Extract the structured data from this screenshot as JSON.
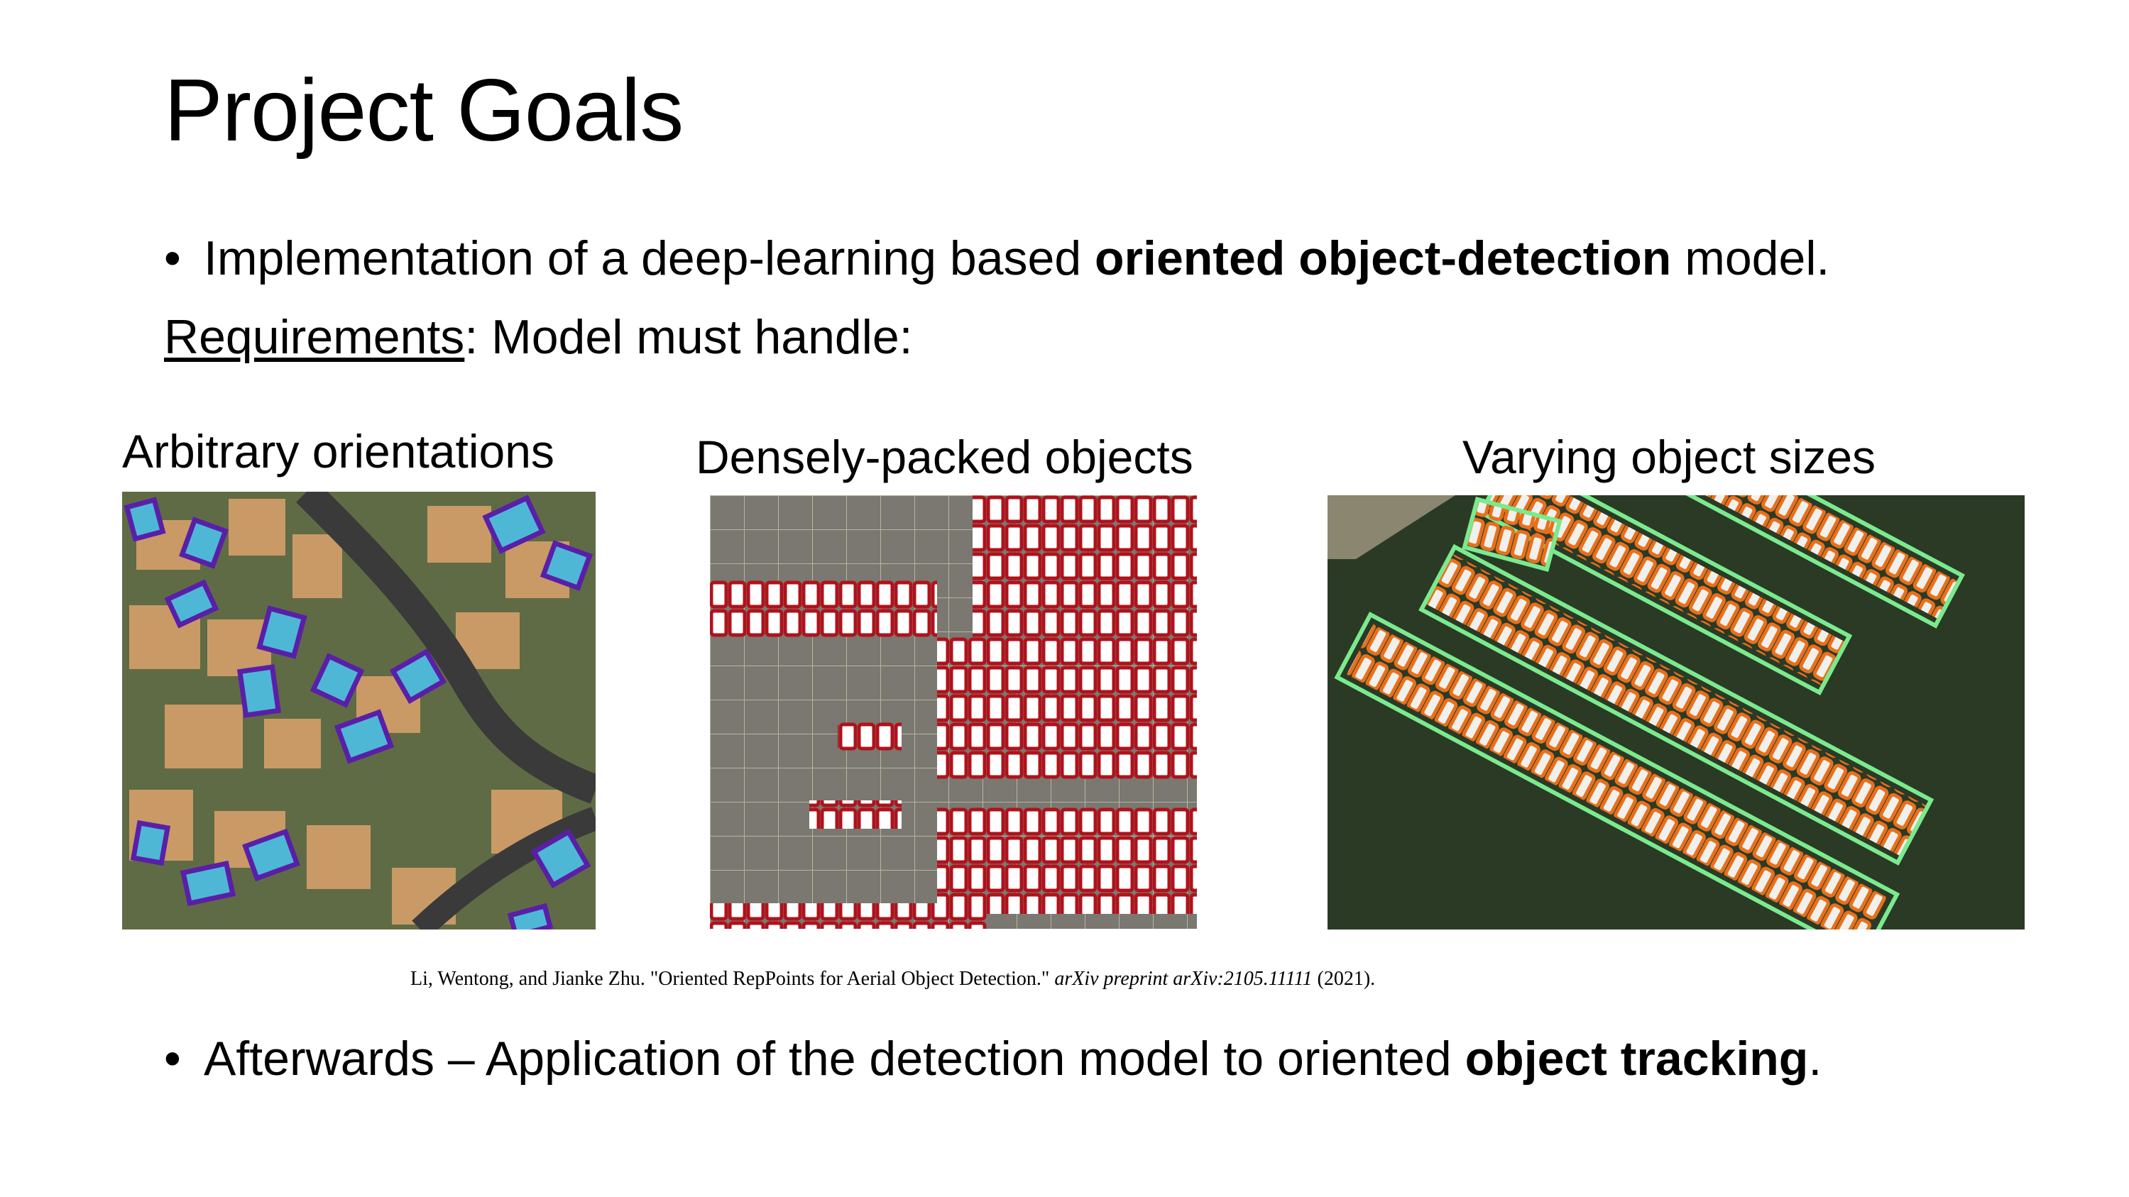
{
  "slide": {
    "title": "Project Goals",
    "bullet1": {
      "pre": "Implementation of a deep-learning based ",
      "bold": "oriented object-detection",
      "post": " model."
    },
    "requirements": {
      "label": "Requirements",
      "rest": ": Model must handle:"
    },
    "captions": [
      "Arbitrary orientations",
      "Densely-packed objects",
      "Varying object sizes"
    ],
    "citation": {
      "authors": "Li, Wentong, and Jianke Zhu. \"Oriented RepPoints for Aerial Object Detection.\" ",
      "venue": "arXiv preprint arXiv:2105.11111",
      "year": " (2021)."
    },
    "bullet2": {
      "pre": "Afterwards – Application of the detection model to oriented ",
      "bold": "object tracking",
      "post": "."
    },
    "bullet_glyph": "•"
  },
  "colors": {
    "pool_box": "#5a1fa8",
    "car_box": "#b0121b",
    "boat_small": "#e8701c",
    "boat_group": "#7bea8e",
    "water": "#2a3a25",
    "lot": "#7a7871"
  }
}
